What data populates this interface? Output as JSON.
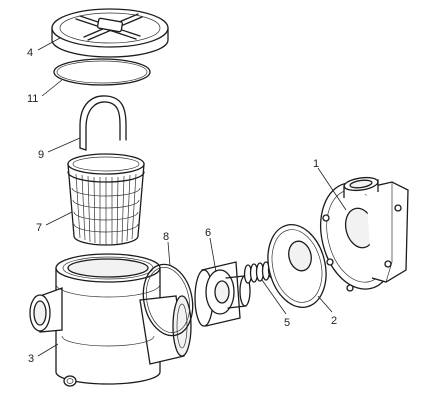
{
  "labels": {
    "lid": "4",
    "lid_seal": "11",
    "basket_handle": "9",
    "basket": "7",
    "pump_housing": "3",
    "housing_gasket": "8",
    "impeller": "6",
    "spring": "5",
    "diffuser_plate": "2",
    "volute": "1"
  }
}
